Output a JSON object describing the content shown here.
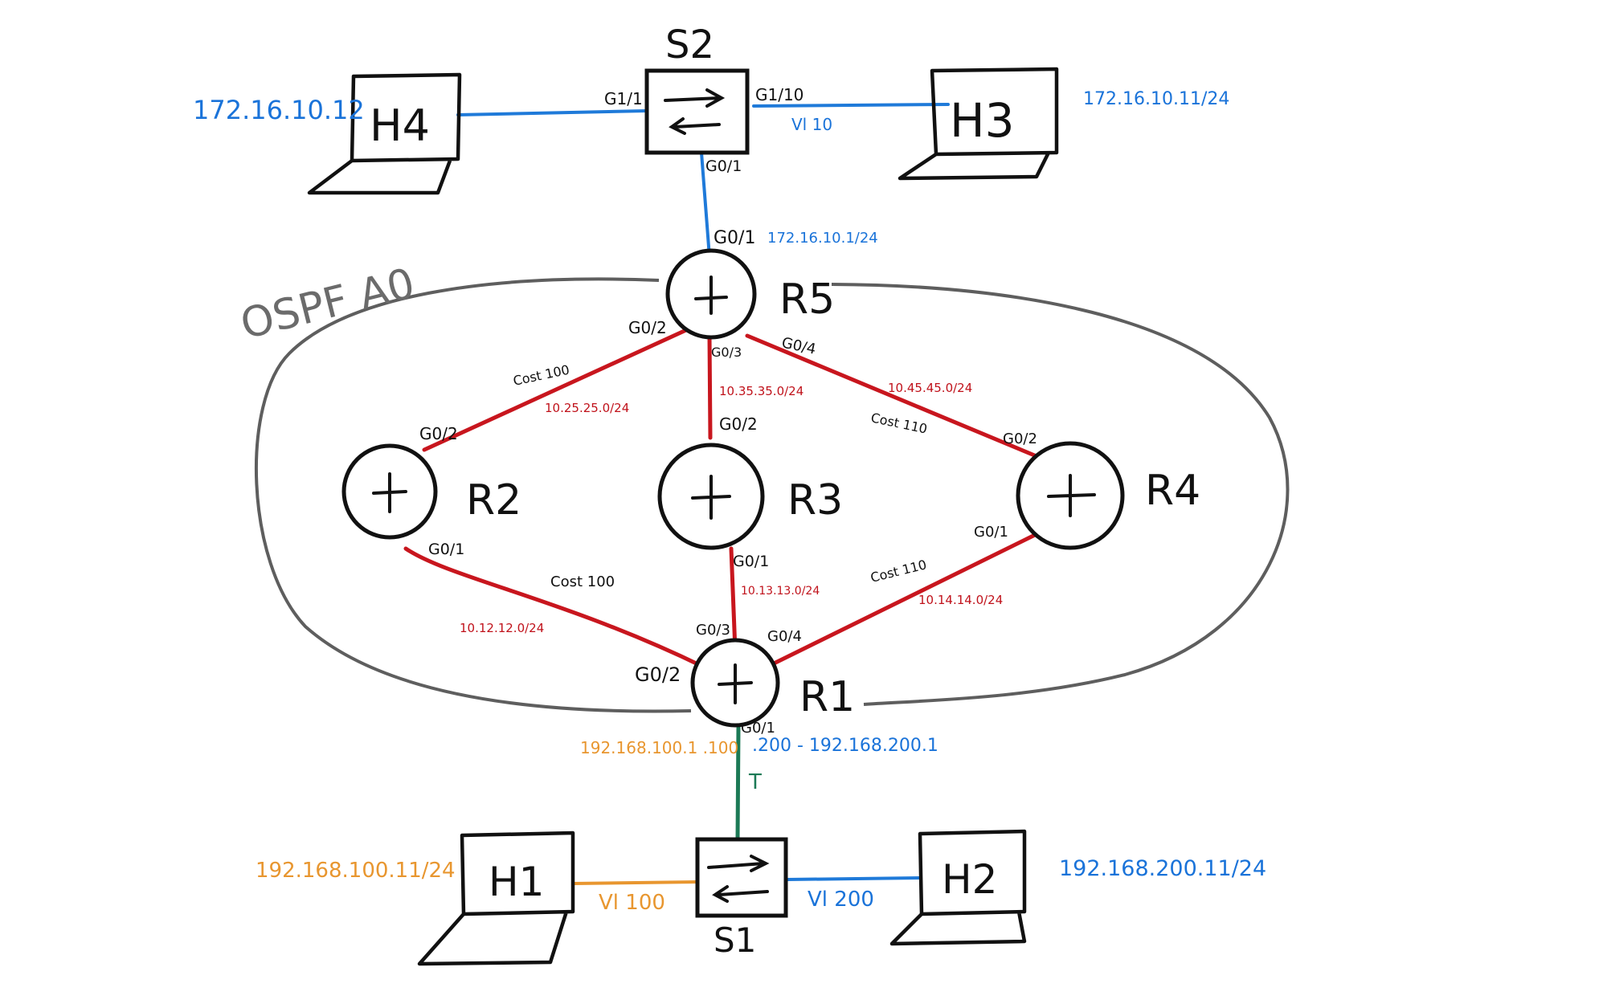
{
  "area": {
    "label": "OSPF A0"
  },
  "devices": {
    "S2": {
      "label": "S2"
    },
    "S1": {
      "label": "S1"
    },
    "H1": {
      "label": "H1"
    },
    "H2": {
      "label": "H2"
    },
    "H3": {
      "label": "H3"
    },
    "H4": {
      "label": "H4"
    },
    "R1": {
      "label": "R1"
    },
    "R2": {
      "label": "R2"
    },
    "R3": {
      "label": "R3"
    },
    "R4": {
      "label": "R4"
    },
    "R5": {
      "label": "R5"
    }
  },
  "host_ips": {
    "H4": "172.16.10.12",
    "H3": "172.16.10.11/24",
    "H1": "192.168.100.11/24",
    "H2": "192.168.200.11/24"
  },
  "switch_ports": {
    "s2_h4": "G1/1",
    "s2_h3": "G1/10",
    "s2_r5": "G0/1",
    "vlan_s2_h3": "Vl 10",
    "vlan_s1_h1": "Vl 100",
    "vlan_s1_h2": "Vl 200",
    "trunk": "T"
  },
  "r5": {
    "g01": "G0/1",
    "g01_ip": "172.16.10.1/24",
    "g02": "G0/2",
    "g03": "G0/3",
    "g04": "G0/4"
  },
  "r2": {
    "g02": "G0/2",
    "g01": "G0/1"
  },
  "r3": {
    "g02": "G0/2",
    "g01": "G0/1"
  },
  "r4": {
    "g02": "G0/2",
    "g01": "G0/1"
  },
  "r1": {
    "g02": "G0/2",
    "g03": "G0/3",
    "g04": "G0/4",
    "g01": "G0/1",
    "sub100": "192.168.100.1 .100",
    "sub200": ".200 - 192.168.200.1"
  },
  "links": {
    "r5_r2": {
      "subnet": "10.25.25.0/24",
      "cost": "Cost 100"
    },
    "r5_r3": {
      "subnet": "10.35.35.0/24"
    },
    "r5_r4": {
      "subnet": "10.45.45.0/24",
      "cost": "Cost 110"
    },
    "r2_r1": {
      "subnet": "10.12.12.0/24",
      "cost": "Cost 100"
    },
    "r3_r1": {
      "subnet": "10.13.13.0/24"
    },
    "r4_r1": {
      "subnet": "10.14.14.0/24",
      "cost": "Cost 110"
    }
  }
}
